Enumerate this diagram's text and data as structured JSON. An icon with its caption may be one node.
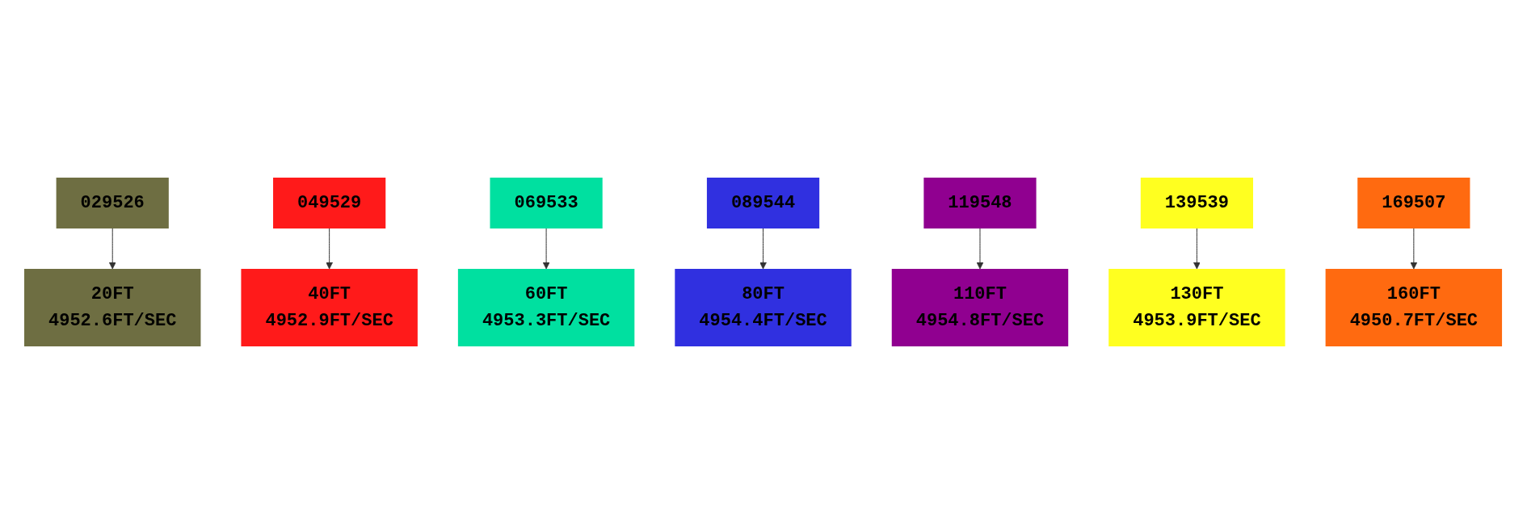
{
  "diagram": {
    "nodes": [
      {
        "text": [
          "20FT",
          "4952.6FT/SEC"
        ]
      },
      {
        "text": [
          "60FT",
          "4953.3FT/SEC"
        ]
      },
      {
        "text": [
          "110FT",
          "4954.8FT/SEC"
        ]
      },
      {
        "text": [
          "160FT",
          "4950.7FT/SEC"
        ]
      },
      {
        "text": [
          "029526"
        ]
      },
      {
        "text": [
          "049529"
        ]
      },
      {
        "text": [
          "069533"
        ]
      },
      {
        "text": [
          "089544"
        ]
      },
      {
        "text": [
          "119548"
        ]
      },
      {
        "text": [
          "139539"
        ]
      },
      {
        "text": [
          "169507"
        ]
      },
      {
        "text": [
          "40FT",
          "4952.9FT/SEC"
        ]
      },
      {
        "text": [
          "80FT",
          "4954.4FT/SEC"
        ]
      },
      {
        "text": [
          "130FT",
          "4953.9FT/SEC"
        ]
      }
    ],
    "edges": [
      {
        "from": 4,
        "to": 0,
        "arrow": "to"
      },
      {
        "from": 5,
        "to": 11,
        "arrow": "to"
      },
      {
        "from": 6,
        "to": 1,
        "arrow": "to"
      },
      {
        "from": 7,
        "to": 12,
        "arrow": "to"
      },
      {
        "from": 8,
        "to": 2,
        "arrow": "to"
      },
      {
        "from": 9,
        "to": 13,
        "arrow": "to"
      },
      {
        "from": 10,
        "to": 3,
        "arrow": "to"
      }
    ]
  }
}
